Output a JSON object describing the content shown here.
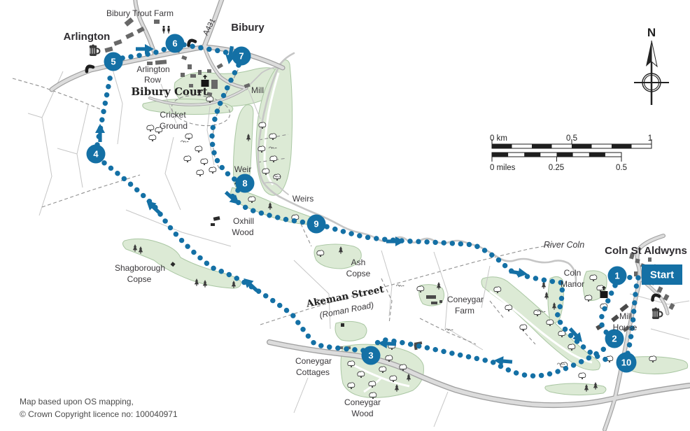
{
  "map_title": "Bibury and Coln St Aldwyns circular walk map",
  "colors": {
    "route_blue": "#1470a5",
    "wood_green": "#dcead5",
    "road_gray": "#d9d9d9",
    "river_gray": "#c6c6c6",
    "text_dark": "#3a383b"
  },
  "labels": {
    "bibury_trout_farm": "Bibury Trout Farm",
    "arlington": "Arlington",
    "bibury": "Bibury",
    "a431": "A431",
    "arlington_row": [
      "Arlington",
      "Row"
    ],
    "bibury_court": "Bibury Court",
    "mill_bibury": "Mill",
    "cricket_ground": [
      "Cricket",
      "Ground"
    ],
    "weir": "Weir",
    "weirs": "Weirs",
    "oxhill_wood": [
      "Oxhill",
      "Wood"
    ],
    "ash_copse": [
      "Ash",
      "Copse"
    ],
    "shagborough_copse": [
      "Shagborough",
      "Copse"
    ],
    "akeman_street": "Akeman Street",
    "roman_road": "(Roman Road)",
    "coneygar_farm": [
      "Coneygar",
      "Farm"
    ],
    "coneygar_cottages": [
      "Coneygar",
      "Cottages"
    ],
    "coneygar_wood": [
      "Coneygar",
      "Wood"
    ],
    "river_coln": "River Coln",
    "coln_st_aldwyns": "Coln St Aldwyns",
    "coln_manor": [
      "Coln",
      "Manor"
    ],
    "mill_house": [
      "Mill",
      "House"
    ]
  },
  "waypoints": [
    "1",
    "2",
    "3",
    "4",
    "5",
    "6",
    "7",
    "8",
    "9",
    "10"
  ],
  "start": {
    "label": "Start"
  },
  "compass": {
    "label": "N"
  },
  "scalebar": {
    "km": {
      "zero": "0 km",
      "mid": "0.5",
      "end": "1"
    },
    "miles": {
      "zero": "0 miles",
      "mid": "0.25",
      "end": "0.5"
    }
  },
  "credit": {
    "line1": "Map based upon OS mapping,",
    "line2": "© Crown Copyright licence no: 100040971"
  }
}
